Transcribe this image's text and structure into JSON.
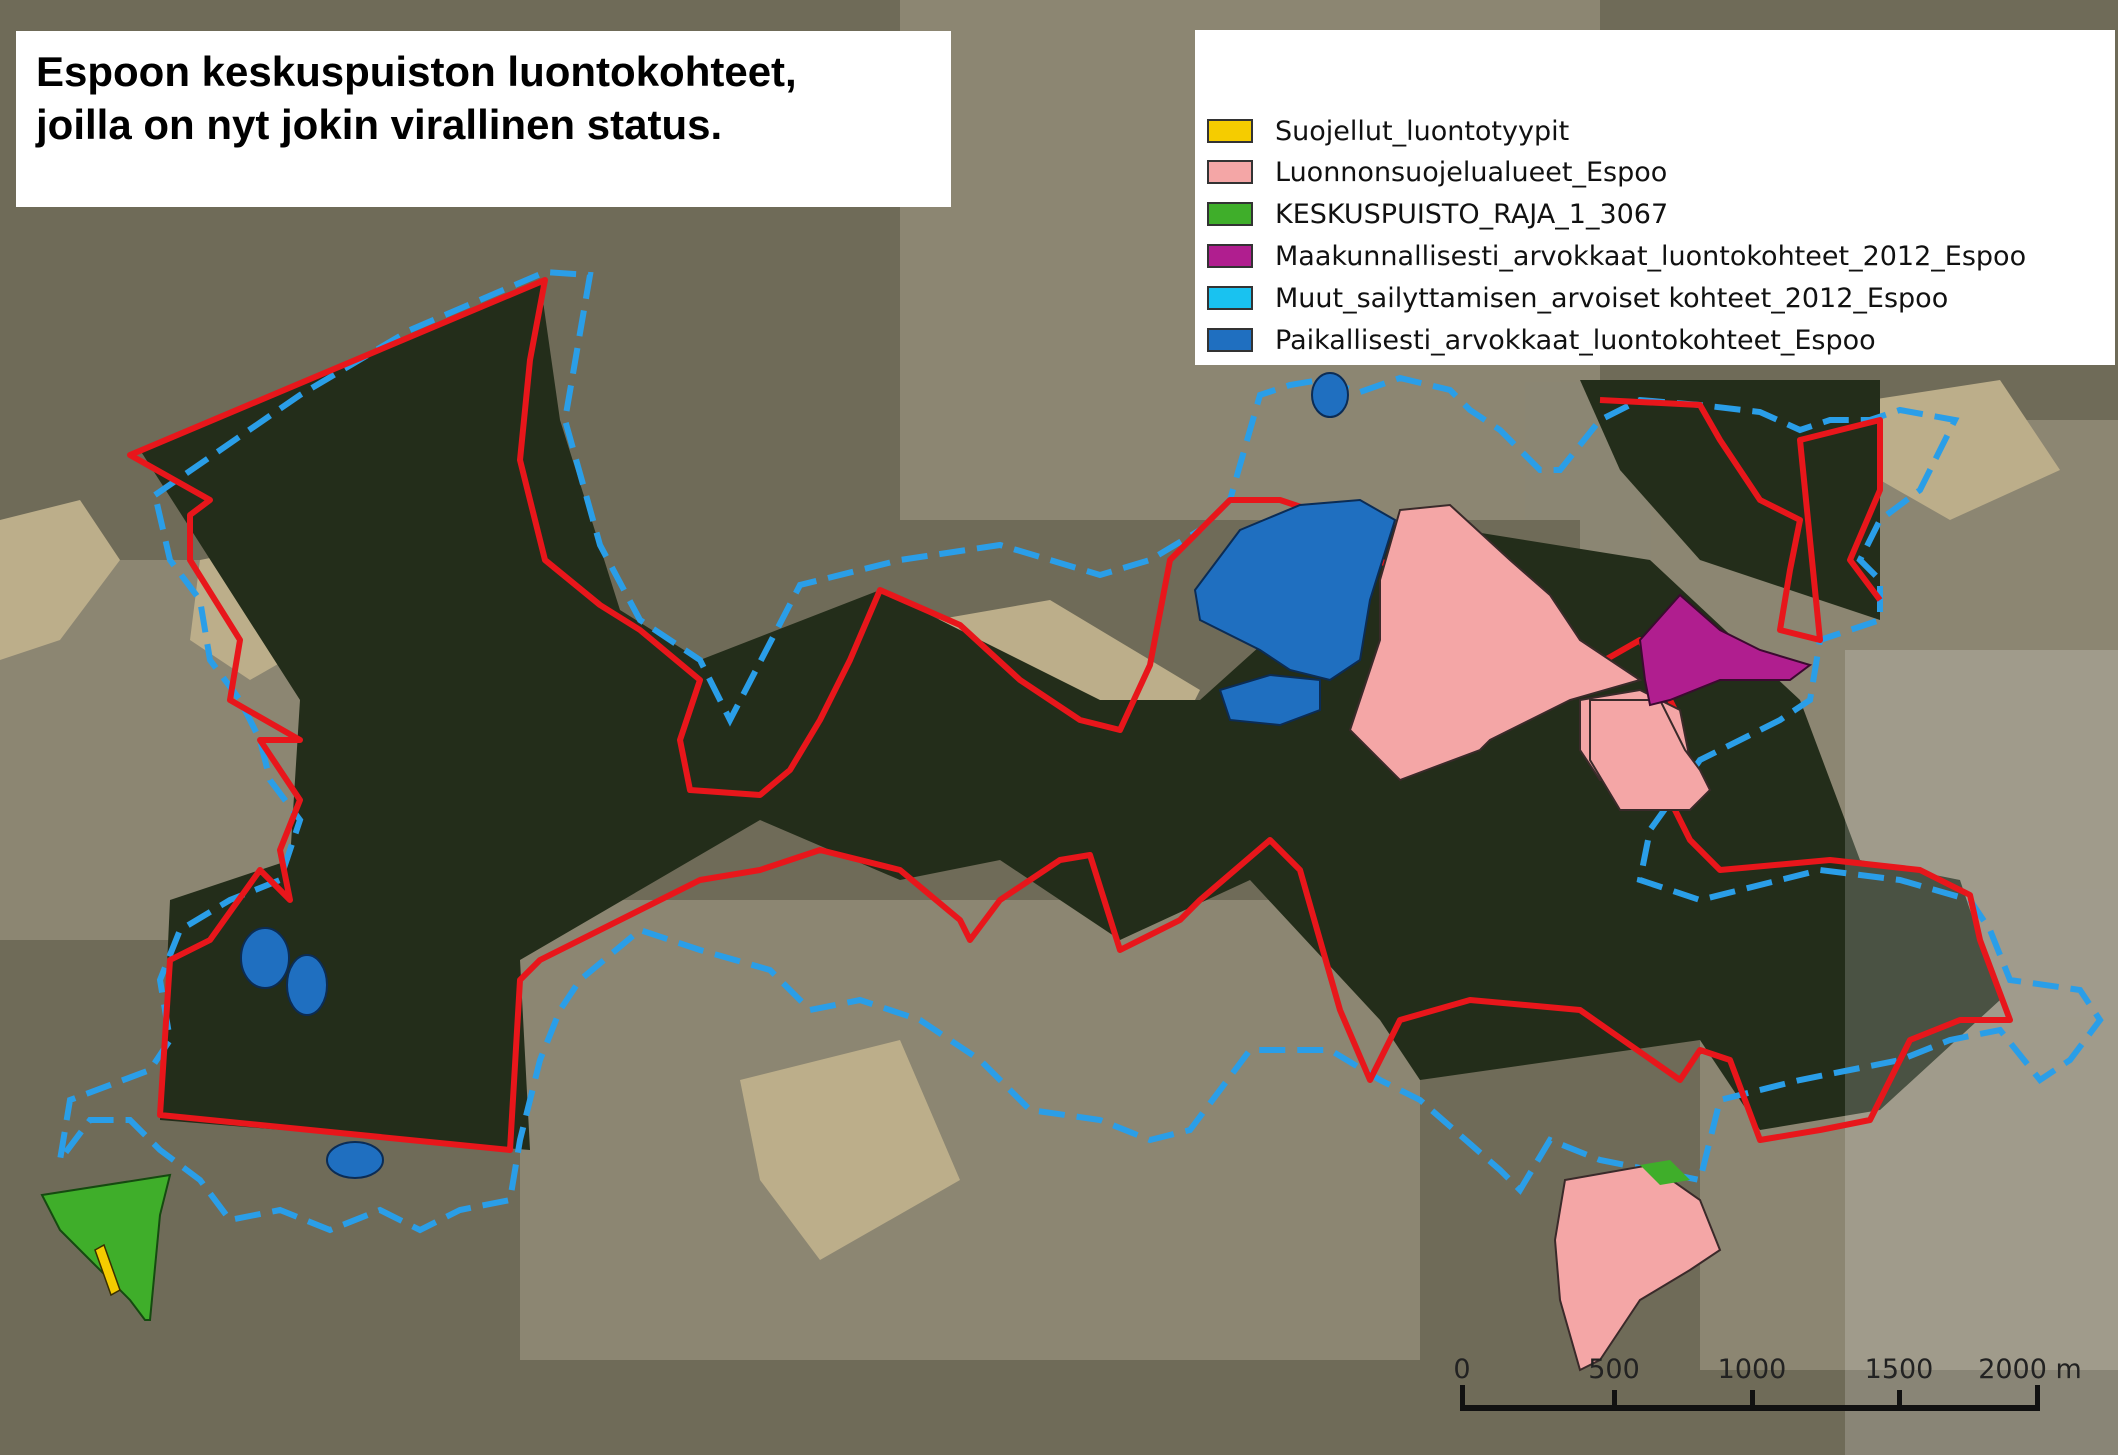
{
  "title": {
    "line1": "Espoon keskuspuiston luontokohteet,",
    "line2": "joilla on nyt jokin virallinen status."
  },
  "legend": [
    {
      "label": "Suojellut_luontotyypit",
      "color": "#f5cc00"
    },
    {
      "label": "Luonnonsuojelualueet_Espoo",
      "color": "#f4a6a6"
    },
    {
      "label": "KESKUSPUISTO_RAJA_1_3067",
      "color": "#3fae2a"
    },
    {
      "label": "Maakunnallisesti_arvokkaat_luontokohteet_2012_Espoo",
      "color": "#b01e8f"
    },
    {
      "label": "Muut_sailyttamisen_arvoiset kohteet_2012_Espoo",
      "color": "#19c2f0"
    },
    {
      "label": "Paikallisesti_arvokkaat_luontokohteet_Espoo",
      "color": "#1f6fc0"
    }
  ],
  "map_colors": {
    "park_boundary_red": "#e8161b",
    "dashed_boundary_blue": "#2a9ee8",
    "forest_dark": "#1f2b18",
    "urban_light": "#8e8a78",
    "field": "#b9ad8c"
  },
  "scale_bar": {
    "labels": [
      "0",
      "500",
      "1000",
      "1500",
      "2000 m"
    ]
  }
}
